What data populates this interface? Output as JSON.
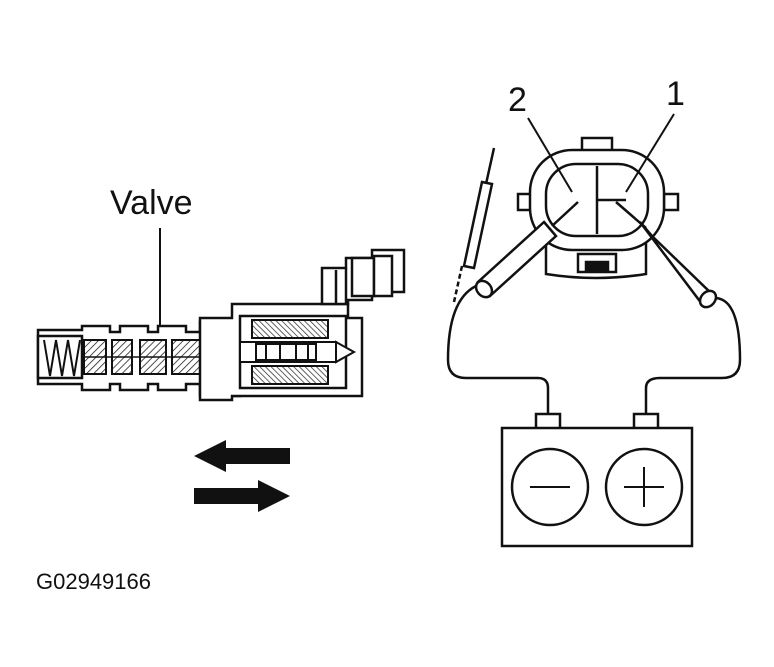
{
  "labels": {
    "valve": "Valve",
    "terminal_1": "1",
    "terminal_2": "2",
    "figure_code": "G02949166"
  },
  "colors": {
    "ink": "#111111",
    "hatch": "#333333",
    "background": "#ffffff"
  },
  "icons": {
    "battery_negative": "minus-symbol",
    "battery_positive": "plus-symbol",
    "arrow_left": "arrow-left",
    "arrow_right": "arrow-right"
  }
}
